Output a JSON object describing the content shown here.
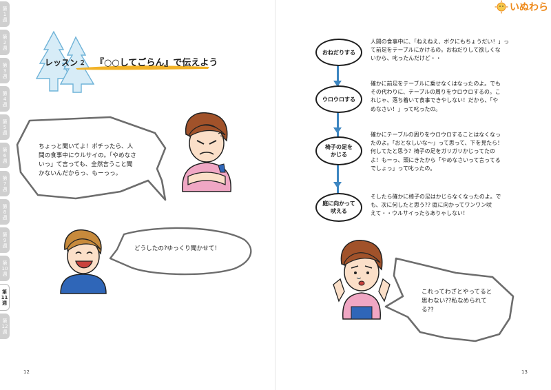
{
  "tabs": [
    {
      "l1": "第",
      "l2": "1",
      "l3": "週"
    },
    {
      "l1": "第",
      "l2": "2",
      "l3": "週"
    },
    {
      "l1": "第",
      "l2": "3",
      "l3": "週"
    },
    {
      "l1": "第",
      "l2": "4",
      "l3": "週"
    },
    {
      "l1": "第",
      "l2": "5",
      "l3": "週"
    },
    {
      "l1": "第",
      "l2": "6",
      "l3": "週"
    },
    {
      "l1": "第",
      "l2": "7",
      "l3": "週"
    },
    {
      "l1": "第",
      "l2": "8",
      "l3": "週"
    },
    {
      "l1": "第",
      "l2": "9",
      "l3": "週"
    },
    {
      "l1": "第",
      "l2": "10",
      "l3": "週"
    },
    {
      "l1": "第",
      "l2": "11",
      "l3": "週"
    },
    {
      "l1": "第",
      "l2": "12",
      "l3": "週"
    }
  ],
  "active_tab_index": 10,
  "lesson": {
    "label": "レッスン",
    "num": "２",
    "title": "『○○してごらん』で伝えよう"
  },
  "left_page": {
    "child_bubble": [
      "ちょっと聞いてよ！ポチったら、人",
      "間の食事中にウルサイの。「やめなさ",
      "いっ」て言っても、全然言うこと聞",
      "かないんだからっ、もーっっ。"
    ],
    "adult_bubble": "どうしたの?ゆっくり聞かせて！",
    "page_number": "12"
  },
  "right_page": {
    "logo_text": "いぬわら",
    "steps": [
      {
        "label_lines": [
          "おねだりする"
        ],
        "text": [
          "人間の食事中に、「ねえねえ、ボクにもちょうだい！」っ",
          "て前足をテーブルにかけるの。おねだりして欲しくな",
          "いから、叱ったんだけど・・"
        ]
      },
      {
        "label_lines": [
          "ウロウロする"
        ],
        "text": [
          "確かに前足をテーブルに乗せなくはなったのよ。でも",
          "その代わりに、テーブルの周りをウロウロするの。こ",
          "れじゃ、落ち着いて食事できやしない！だから、「や",
          "めなさい！」って叱ったの。"
        ]
      },
      {
        "label_lines": [
          "椅子の足を",
          "かじる"
        ],
        "text": [
          "確かにテーブルの周りをウロウロすることはなくなっ",
          "たのよ。「おとなしいな〜」って思って、下を見たら！",
          "何してたと思う？椅子の足をガリガリかじってたの",
          "よ！もーっ、頭にきたから「やめなさいって言ってる",
          "でしょっ」って叱ったの。"
        ]
      },
      {
        "label_lines": [
          "庭に向かって",
          "吠える"
        ],
        "text": [
          "そしたら確かに椅子の足はかじらなくなったのよ。で",
          "も、次に何したと思う?? 庭に向かってワンワン吠",
          "えて・・ウルサイったらありゃしない！"
        ]
      }
    ],
    "child_bubble": [
      "これってわざとやってると",
      "思わない??私なめられて",
      "る??"
    ],
    "page_number": "13"
  },
  "colors": {
    "accent_blue": "#3d86c1",
    "tab_gray": "#cfcfcf",
    "logo_orange": "#ee8a1c",
    "shirt_pink": "#f0a7c4",
    "shirt_blue": "#2f66b8"
  }
}
